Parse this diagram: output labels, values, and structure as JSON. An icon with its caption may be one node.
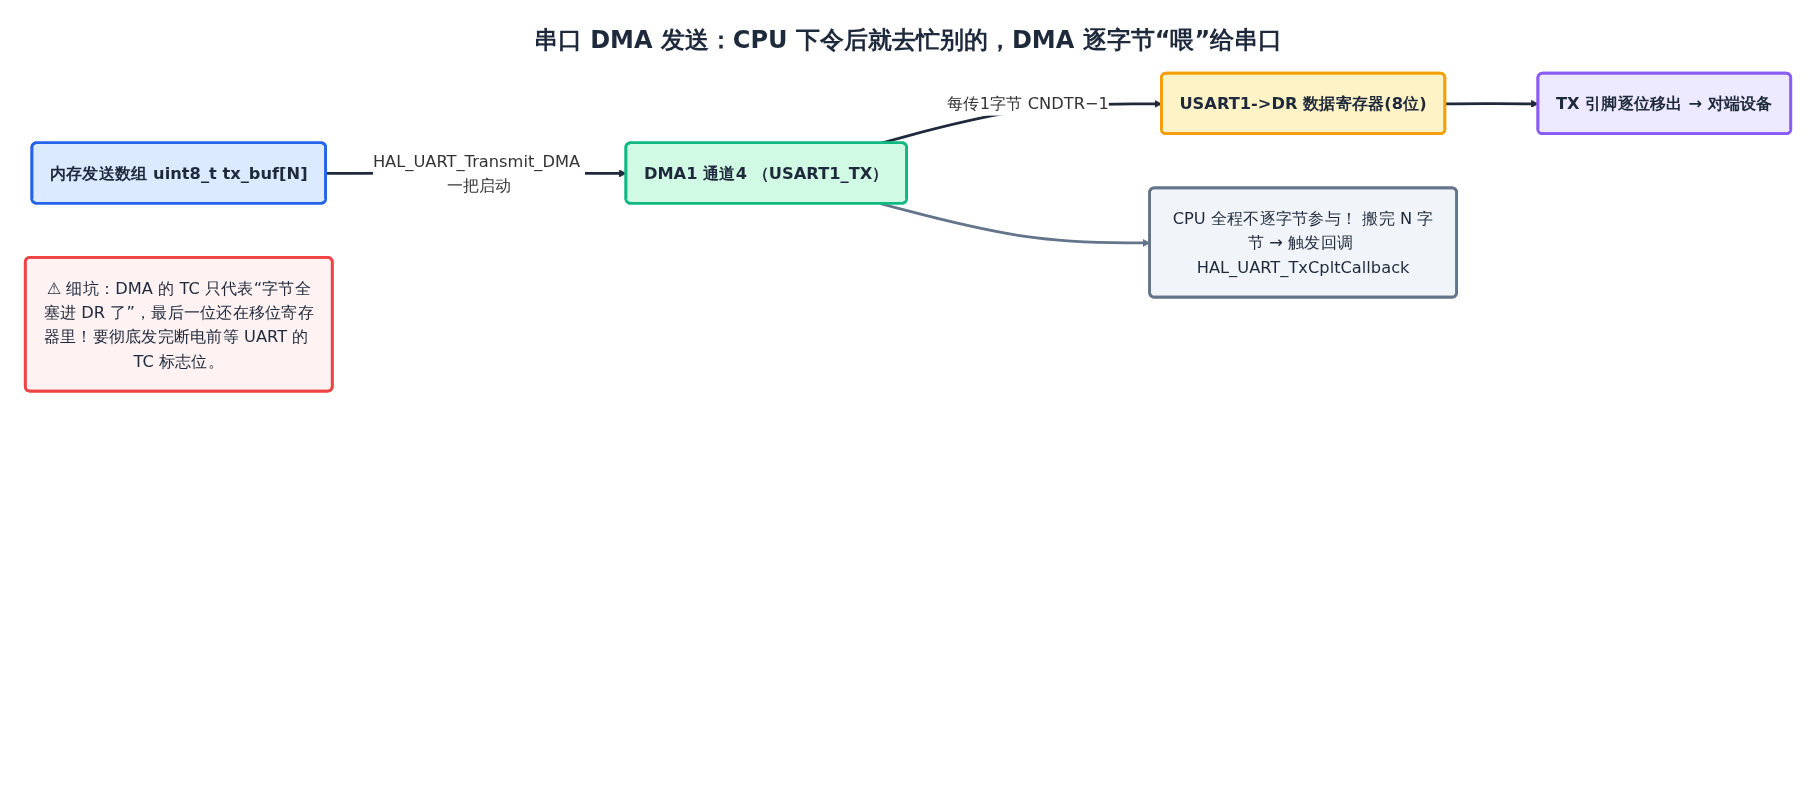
{
  "diagram": {
    "title": "串口 DMA 发送：CPU 下令后就去忙别的，DMA 逐字节“喂”给串口",
    "nodes": [
      {
        "text": [
          "内存发送数组 uint8_t tx_buf[N]"
        ]
      },
      {
        "text": [
          "DMA1 通道4 （USART1_TX）"
        ]
      },
      {
        "text": [
          "USART1->DR 数据寄存器(8位)"
        ]
      },
      {
        "text": [
          "TX 引脚逐位移出 → 对端设备"
        ]
      },
      {
        "text": [
          "CPU 全程不逐字节参与！ 搬完 N 字节 → 触发回调 HAL_UART_TxCpltCallback"
        ]
      },
      {
        "text": [
          "⚠ 细坑：DMA 的 TC 只代表“字节全塞进 DR 了”，最后一位还在移位寄存器里！要彻底发完断电前等 UART 的 TC 标志位。"
        ]
      }
    ],
    "edges": [
      {
        "from": 0,
        "to": 1,
        "arrow": "to",
        "label": "HAL_UART_Transmit_DMA 一把启动"
      },
      {
        "from": 1,
        "to": 2,
        "arrow": "to",
        "label": "每传1字节 CNDTR−1"
      },
      {
        "from": 2,
        "to": 3,
        "arrow": "to"
      },
      {
        "from": 1,
        "to": 4,
        "arrow": "to",
        "color": "#64748b"
      }
    ]
  }
}
